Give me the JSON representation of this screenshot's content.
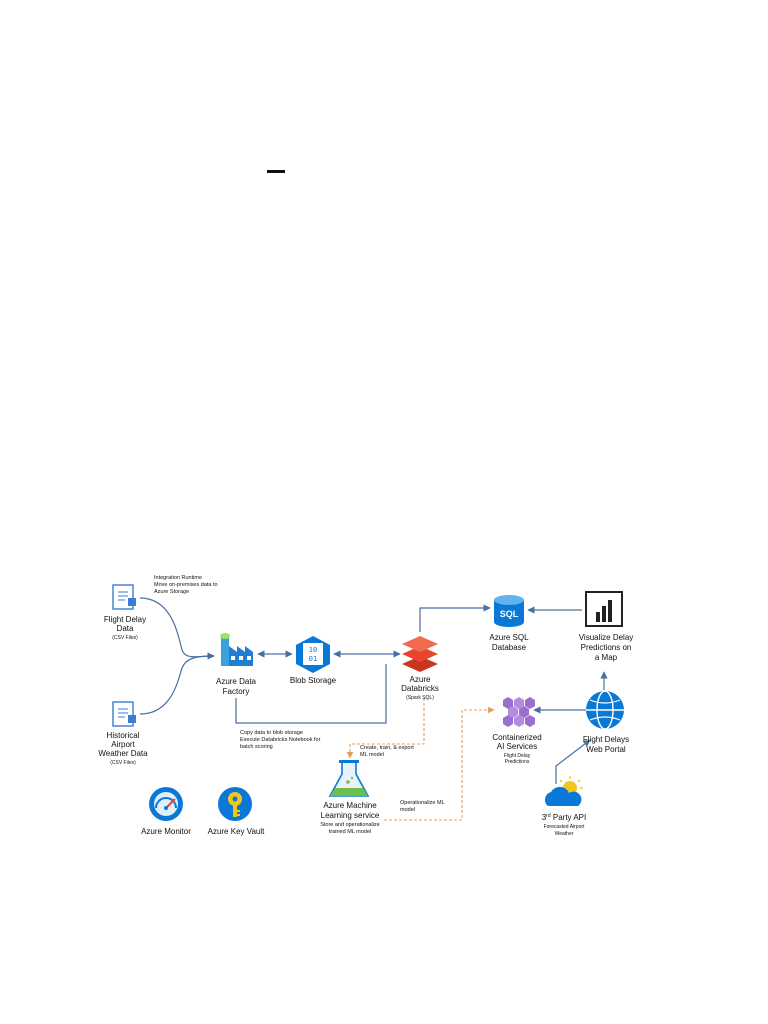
{
  "diagram": {
    "nodes": {
      "flight_delay": {
        "line1": "Flight Delay",
        "line2": "Data",
        "sub": "(CSV Files)"
      },
      "historical": {
        "line1": "Historical",
        "line2": "Airport",
        "line3": "Weather Data",
        "sub": "(CSV Files)"
      },
      "data_factory": {
        "line1": "Azure Data",
        "line2": "Factory"
      },
      "blob_storage": {
        "label": "Blob Storage",
        "icon_text_top": "10",
        "icon_text_bottom": "01"
      },
      "databricks": {
        "line1": "Azure",
        "line2": "Databricks",
        "sub": "(Spark SQL)"
      },
      "sql_db": {
        "line1": "Azure SQL",
        "line2": "Database",
        "icon_text": "SQL"
      },
      "power_bi": {
        "line1": "Visualize Delay",
        "line2": "Predictions on",
        "line3": "a Map"
      },
      "containerized_ai": {
        "line1": "Containerized",
        "line2": "AI Services",
        "sub1": "Flight Delay",
        "sub2": "Predictions"
      },
      "web_portal": {
        "line1": "Flight Delays",
        "line2": "Web Portal"
      },
      "third_party_api": {
        "prefix": "3",
        "sup": "rd",
        "suffix": " Party API",
        "sub1": "Forecasted Airport",
        "sub2": "Weather"
      },
      "azure_ml": {
        "line1": "Azure Machine",
        "line2": "Learning service",
        "sub1": "Store and operationalize",
        "sub2": "trained ML model"
      },
      "azure_monitor": {
        "label": "Azure Monitor"
      },
      "key_vault": {
        "label": "Azure Key Vault"
      }
    },
    "annotations": {
      "integration_runtime": {
        "line1": "Integration Runtime",
        "line2": "Move on-premises data to",
        "line3": "Azure Storage"
      },
      "copy_data": {
        "line1": "Copy data to blob storage",
        "line2": "Execute Databricks Notebook for",
        "line3": "batch scoring"
      },
      "create_train": {
        "line1": "Create, train, & export",
        "line2": "ML model"
      },
      "operationalize": {
        "line1": "Operationalize ML",
        "line2": "model"
      }
    },
    "colors": {
      "arrow": "#4a6fa5",
      "dashed": "#e0a060",
      "azure_blue": "#0a78d7",
      "databricks_red": "#e8452c",
      "vault_yellow": "#f5c518",
      "ai_purple": "#9c6fcf"
    }
  }
}
